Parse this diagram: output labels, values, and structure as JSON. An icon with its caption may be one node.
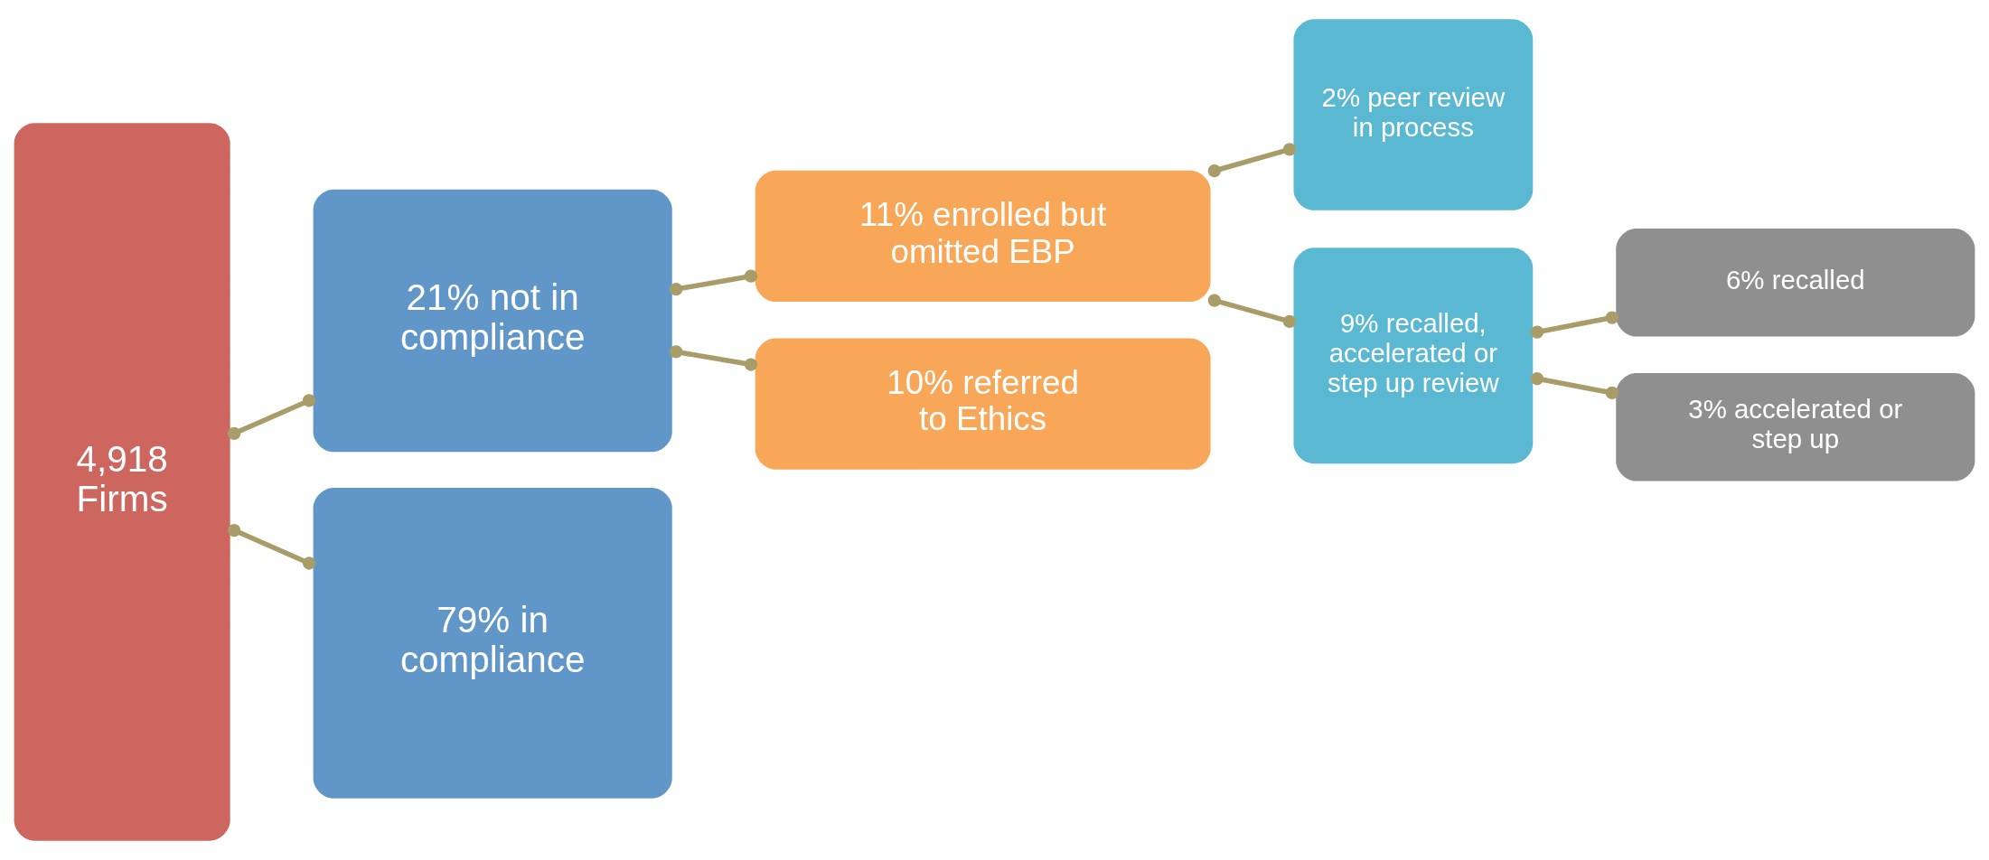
{
  "diagram": {
    "nodes": [
      {
        "text": [
          "4,918 Firms"
        ]
      },
      {
        "text": [
          "21% not in compliance"
        ]
      },
      {
        "text": [
          "79% in compliance"
        ]
      },
      {
        "text": [
          "11% enrolled but omitted EBP"
        ]
      },
      {
        "text": [
          "10% referred to Ethics"
        ]
      },
      {
        "text": [
          "2% peer review in process"
        ]
      },
      {
        "text": [
          "9% recalled, accelerated or step up review"
        ]
      },
      {
        "text": [
          "6% recalled"
        ]
      },
      {
        "text": [
          "3% accelerated or step up"
        ]
      }
    ],
    "edges": [
      {
        "from": 0,
        "to": 1,
        "arrow": "other"
      },
      {
        "from": 0,
        "to": 2,
        "arrow": "other"
      },
      {
        "from": 1,
        "to": 3,
        "arrow": "other"
      },
      {
        "from": 1,
        "to": 4,
        "arrow": "other"
      },
      {
        "from": 3,
        "to": 5,
        "arrow": "other"
      },
      {
        "from": 3,
        "to": 6,
        "arrow": "other"
      },
      {
        "from": 6,
        "to": 7,
        "arrow": "other"
      },
      {
        "from": 6,
        "to": 8,
        "arrow": "other"
      }
    ]
  }
}
